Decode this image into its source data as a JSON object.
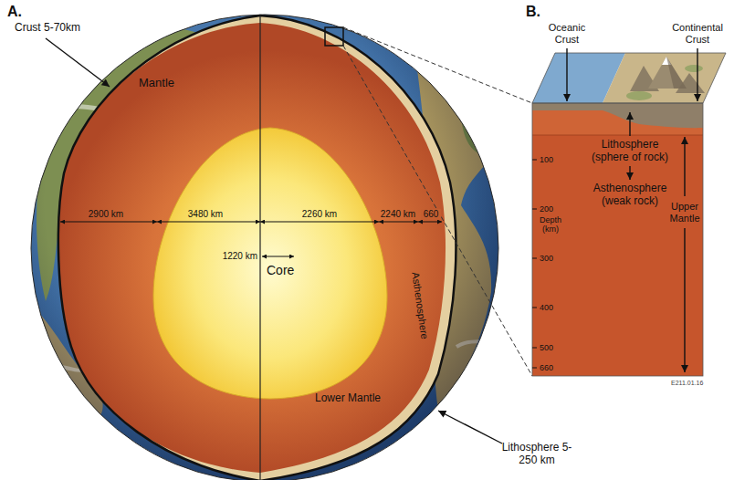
{
  "diagram": {
    "nodes": [
      {
        "text": [
          "Core"
        ]
      }
    ],
    "labels": [
      "A.",
      "Crust 5-70km",
      "Mantle",
      "2900 km",
      "3480 km",
      "1220 km",
      "2260 km",
      "2240 km",
      "660",
      "Asthenosphere",
      "Lower Mantle",
      "Lithosphere 5-250 km",
      "B.",
      "Oceanic Crust",
      "Continental Crust",
      "Lithosphere (sphere of rock)",
      "Asthenosphere (weak rock)",
      "Upper Mantle",
      "Depth (km)",
      "100",
      "200",
      "300",
      "400",
      "500",
      "660",
      "E211.01.16"
    ]
  }
}
